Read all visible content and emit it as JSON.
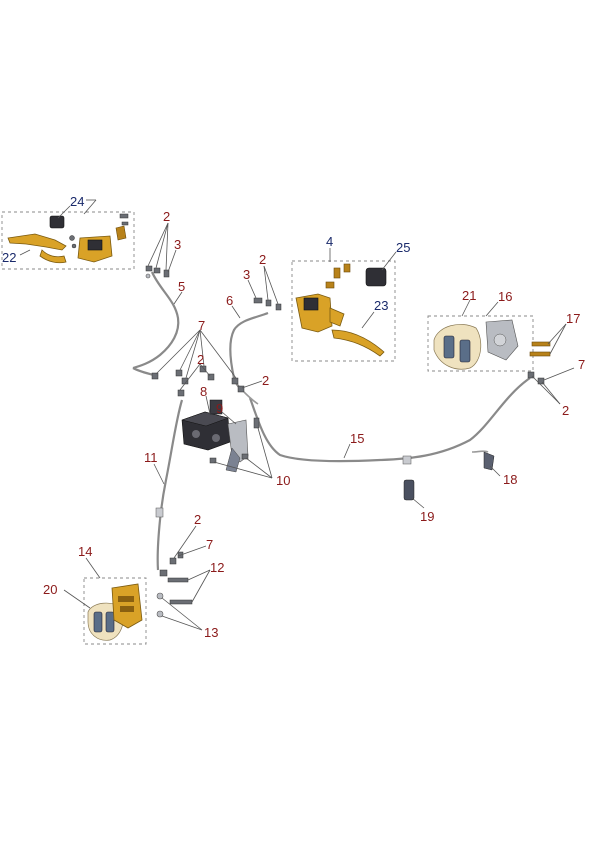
{
  "callouts": {
    "c24": "24",
    "c22": "22",
    "c2a": "2",
    "c3a": "3",
    "c5": "5",
    "c7a": "7",
    "c2b": "2",
    "c8": "8",
    "c9": "9",
    "c2c": "2",
    "c6": "6",
    "c3b": "3",
    "c2d": "2",
    "c4": "4",
    "c25": "25",
    "c23": "23",
    "c21": "21",
    "c16": "16",
    "c17": "17",
    "c7b": "7",
    "c2e": "2",
    "c15": "15",
    "c11": "11",
    "c10": "10",
    "c18": "18",
    "c19": "19",
    "c2f": "2",
    "c7c": "7",
    "c14": "14",
    "c12": "12",
    "c20": "20",
    "c13": "13"
  },
  "colors": {
    "callout_red": "#8b1a1a",
    "callout_blue": "#1a2a6b",
    "part_gold": "#d9a227",
    "hose_grey": "#8a8a8a"
  }
}
